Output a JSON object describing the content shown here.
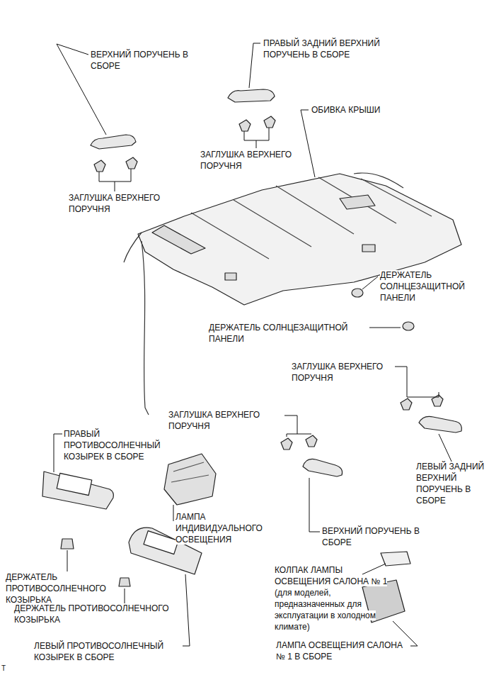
{
  "diagram": {
    "labels": [
      "ВЕРХНИЙ ПОРУЧЕНЬ В СБОРЕ",
      "ПРАВЫЙ ЗАДНИЙ ВЕРХНИЙ ПОРУЧЕНЬ В СБОРЕ",
      "ОБИВКА КРЫШИ",
      "ЗАГЛУШКА ВЕРХНЕГО ПОРУЧНЯ",
      "ЗАГЛУШКА ВЕРХНЕГО ПОРУЧНЯ",
      "ДЕРЖАТЕЛЬ СОЛНЦЕЗАЩИТНОЙ ПАНЕЛИ",
      "ДЕРЖАТЕЛЬ СОЛНЦЕЗАЩИТНОЙ ПАНЕЛИ",
      "ЗАГЛУШКА ВЕРХНЕГО ПОРУЧНЯ",
      "ЗАГЛУШКА ВЕРХНЕГО ПОРУЧНЯ",
      "ПРАВЫЙ ПРОТИВОСОЛНЕЧНЫЙ КОЗЫРЕК В СБОРЕ",
      "ЛАМПА ИНДИВИДУАЛЬНОГО ОСВЕЩЕНИЯ",
      "ЛЕВЫЙ ЗАДНИЙ ВЕРХНИЙ ПОРУЧЕНЬ В СБОРЕ",
      "ВЕРХНИЙ ПОРУЧЕНЬ В СБОРЕ",
      "ДЕРЖАТЕЛЬ ПРОТИВОСОЛНЕЧНОГО КОЗЫРЬКА",
      "ДЕРЖАТЕЛЬ ПРОТИВОСОЛНЕЧНОГО КОЗЫРЬКА",
      "КОЛПАК ЛАМПЫ ОСВЕЩЕНИЯ САЛОНА № 1 (для моделей, предназначенных для эксплуатации в холодном климате)",
      "ЛЕВЫЙ ПРОТИВОСОЛНЕЧНЫЙ КОЗЫРЕК В СБОРЕ",
      "ЛАМПА ОСВЕЩЕНИЯ САЛОНА № 1 В СБОРЕ",
      "T"
    ]
  }
}
